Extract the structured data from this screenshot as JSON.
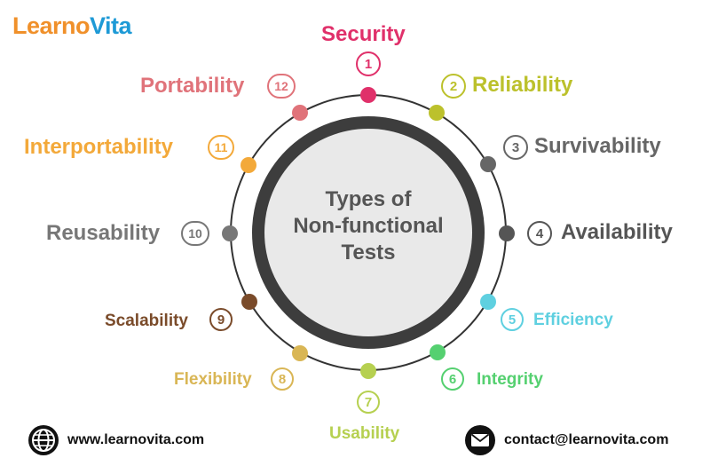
{
  "brand": {
    "part1": "Learno",
    "part2": "Vita"
  },
  "center": {
    "line1": "Types of",
    "line2": "Non-functional",
    "line3": "Tests"
  },
  "items": [
    {
      "num": "1",
      "label": "Security",
      "color": "#e0306a"
    },
    {
      "num": "2",
      "label": "Reliability",
      "color": "#bcc12c"
    },
    {
      "num": "3",
      "label": "Survivability",
      "color": "#666666"
    },
    {
      "num": "4",
      "label": "Availability",
      "color": "#555555"
    },
    {
      "num": "5",
      "label": "Efficiency",
      "color": "#5fd0e0"
    },
    {
      "num": "6",
      "label": "Integrity",
      "color": "#55d070"
    },
    {
      "num": "7",
      "label": "Usability",
      "color": "#b6d050"
    },
    {
      "num": "8",
      "label": "Flexibility",
      "color": "#d9b655"
    },
    {
      "num": "9",
      "label": "Scalability",
      "color": "#7a4b2a"
    },
    {
      "num": "10",
      "label": "Reusability",
      "color": "#777777"
    },
    {
      "num": "11",
      "label": "Interportability",
      "color": "#f3a93a"
    },
    {
      "num": "12",
      "label": "Portability",
      "color": "#e0737a"
    }
  ],
  "footer": {
    "website": "www.learnovita.com",
    "email": "contact@learnovita.com"
  },
  "icons": {
    "website": "globe-icon",
    "email": "envelope-icon"
  }
}
